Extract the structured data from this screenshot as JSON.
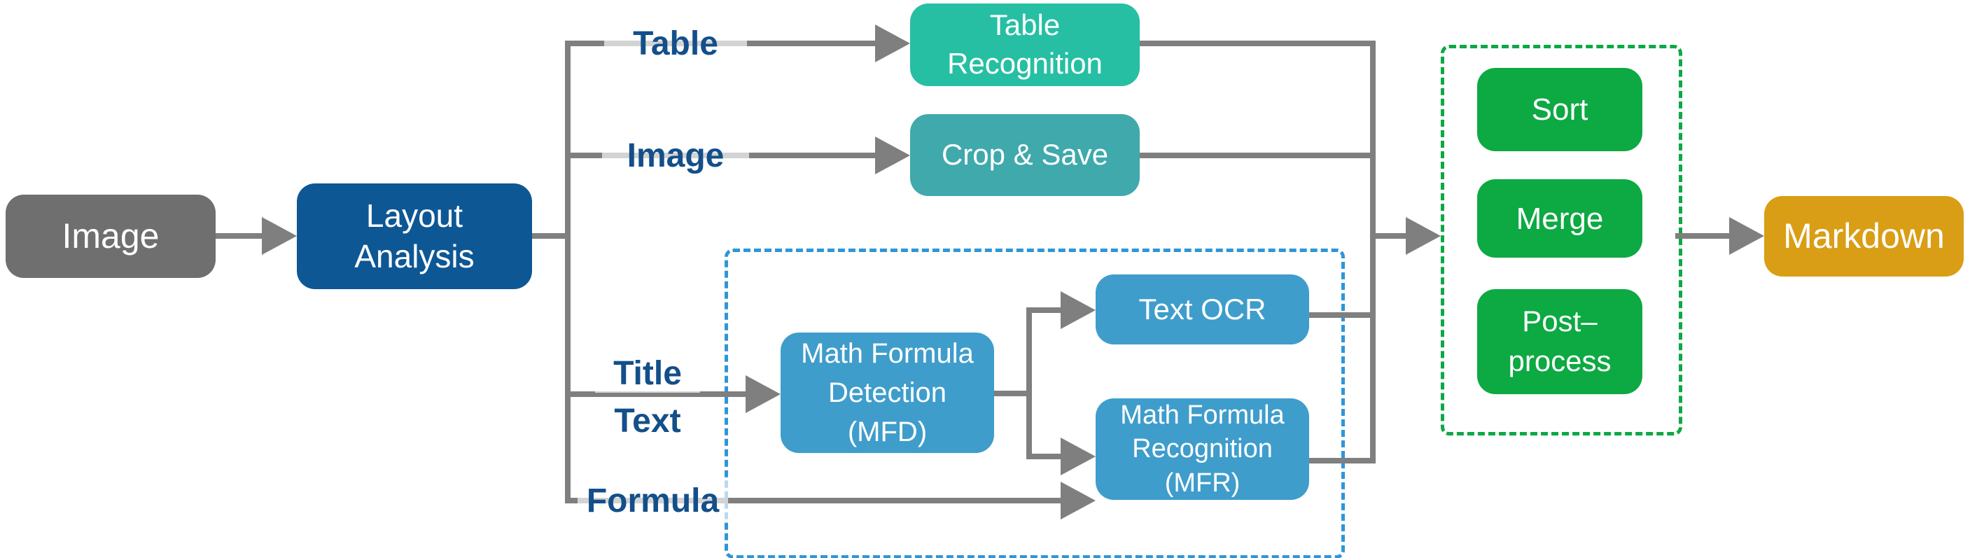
{
  "colors": {
    "gray_node": "#6F6F6F",
    "dark_blue_node": "#0E5795",
    "mint_node": "#26BFA3",
    "teal_node": "#3FA9AC",
    "light_blue_node": "#3F9DCB",
    "green_node": "#0DA943",
    "orange_node": "#D99E15",
    "connector_gray": "#7F7F7F",
    "branch_label_blue": "#134F8A",
    "blue_dashed_border": "#2E96D8",
    "green_dashed_border": "#0CA845"
  },
  "nodes": {
    "image": {
      "label": "Image"
    },
    "layout_analysis": {
      "label": "Layout\nAnalysis"
    },
    "table_recognition": {
      "label": "Table\nRecognition"
    },
    "crop_save": {
      "label": "Crop & Save"
    },
    "mfd": {
      "label": "Math Formula\nDetection\n(MFD)"
    },
    "text_ocr": {
      "label": "Text OCR"
    },
    "mfr": {
      "label": "Math Formula\nRecognition\n(MFR)"
    },
    "sort": {
      "label": "Sort"
    },
    "merge": {
      "label": "Merge"
    },
    "post_process": {
      "label": "Post–\nprocess"
    },
    "markdown": {
      "label": "Markdown"
    }
  },
  "branch_labels": {
    "table": "Table",
    "image": "Image",
    "title": "Title",
    "text": "Text",
    "formula": "Formula"
  }
}
